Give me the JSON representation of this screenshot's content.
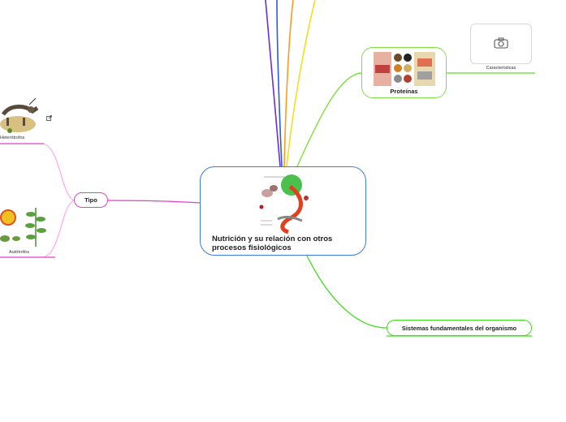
{
  "central": {
    "title": "Nutrición y su relación con otros procesos fisiológicos"
  },
  "nodes": {
    "tipo": "Tipo",
    "sistemas": "Sistemas fundamentales del organismo",
    "proteinas": "Proteínas",
    "caracteristicas": "Características",
    "heterotrofos": "Heterótrofos",
    "autotrofos": "Autótrofos"
  },
  "colors": {
    "central_border": "#3d7bd9",
    "tipo": "#e040c8",
    "sistemas": "#40e020",
    "proteinas": "#7de040",
    "branch_purple": "#6a2ce0",
    "branch_blue": "#2c5ae0",
    "branch_orange": "#ff9a20",
    "branch_yellow": "#f0e020"
  },
  "icons": [
    "camera-icon",
    "external-link-icon"
  ]
}
